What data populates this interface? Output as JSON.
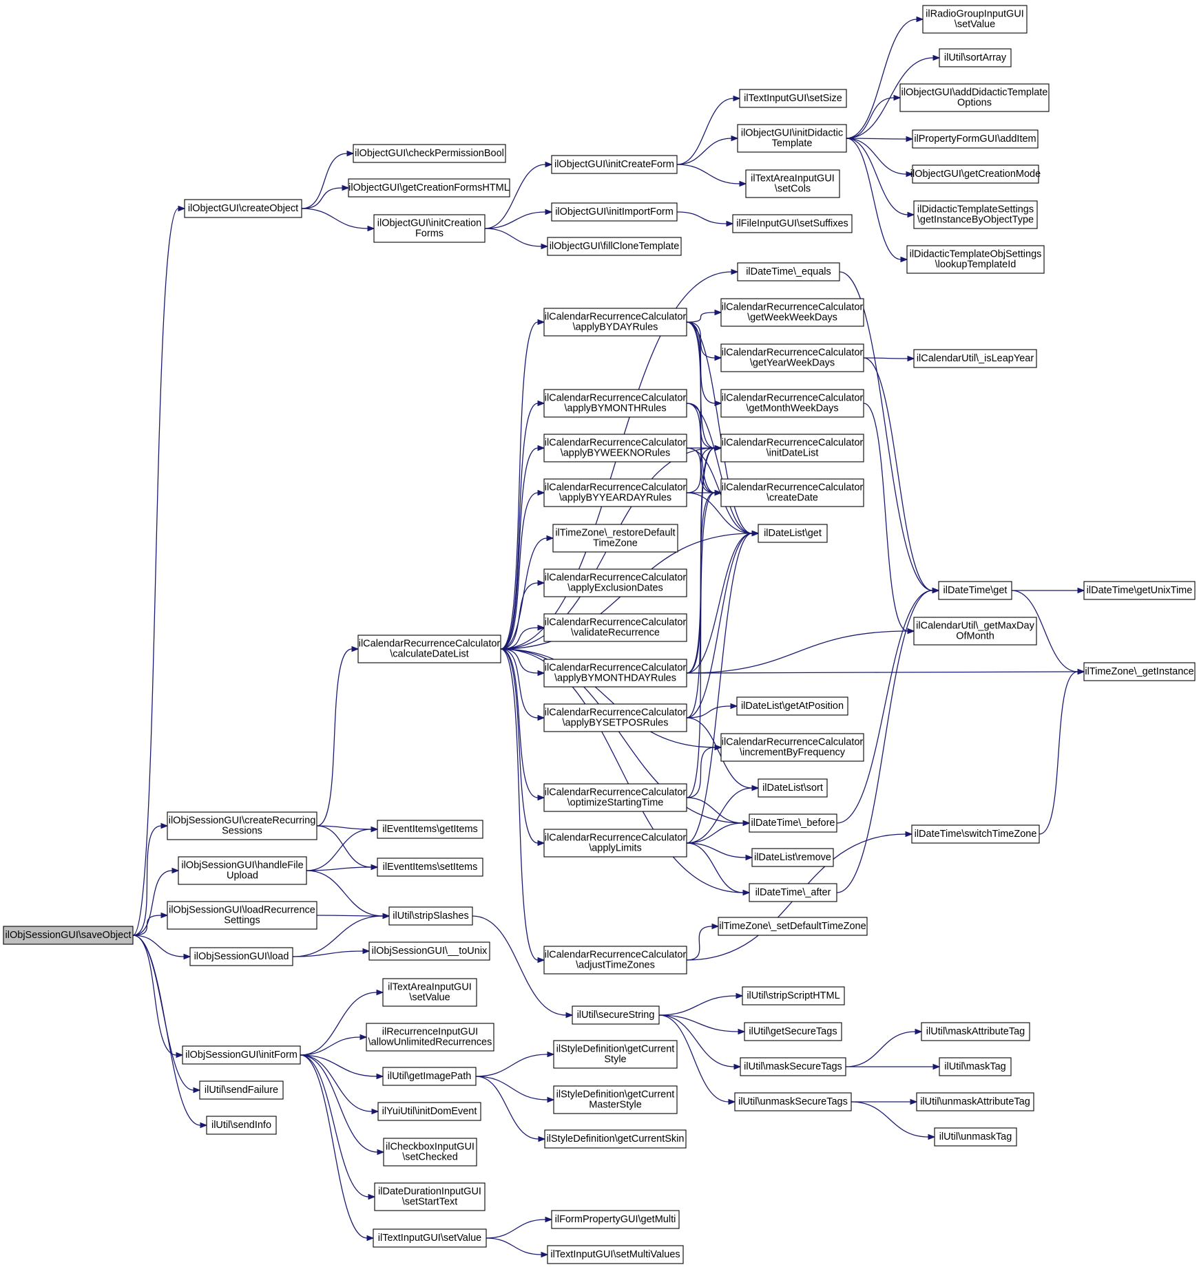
{
  "diagram": {
    "nodes": [
      {
        "id": "root",
        "lines": [
          "ilObjSessionGUI\\saveObject"
        ],
        "root": true
      },
      {
        "id": "createObject",
        "lines": [
          "ilObjectGUI\\createObject"
        ]
      },
      {
        "id": "createRecurring",
        "lines": [
          "ilObjSessionGUI\\createRecurring",
          "Sessions"
        ]
      },
      {
        "id": "handleFile",
        "lines": [
          "ilObjSessionGUI\\handleFile",
          "Upload"
        ]
      },
      {
        "id": "loadRecurrence",
        "lines": [
          "ilObjSessionGUI\\loadRecurrence",
          "Settings"
        ]
      },
      {
        "id": "load",
        "lines": [
          "ilObjSessionGUI\\load"
        ]
      },
      {
        "id": "initForm",
        "lines": [
          "ilObjSessionGUI\\initForm"
        ]
      },
      {
        "id": "sendFailure",
        "lines": [
          "ilUtil\\sendFailure"
        ]
      },
      {
        "id": "sendInfo",
        "lines": [
          "ilUtil\\sendInfo"
        ]
      },
      {
        "id": "checkPermissionBool",
        "lines": [
          "ilObjectGUI\\checkPermissionBool"
        ]
      },
      {
        "id": "getCreationFormsHTML",
        "lines": [
          "ilObjectGUI\\getCreationFormsHTML"
        ]
      },
      {
        "id": "initCreationForms",
        "lines": [
          "ilObjectGUI\\initCreation",
          "Forms"
        ]
      },
      {
        "id": "initCreateForm",
        "lines": [
          "ilObjectGUI\\initCreateForm"
        ]
      },
      {
        "id": "initImportForm",
        "lines": [
          "ilObjectGUI\\initImportForm"
        ]
      },
      {
        "id": "fillCloneTemplate",
        "lines": [
          "ilObjectGUI\\fillCloneTemplate"
        ]
      },
      {
        "id": "setSize",
        "lines": [
          "ilTextInputGUI\\setSize"
        ]
      },
      {
        "id": "initDidactic",
        "lines": [
          "ilObjectGUI\\initDidactic",
          "Template"
        ]
      },
      {
        "id": "setCols",
        "lines": [
          "ilTextAreaInputGUI",
          "\\setCols"
        ]
      },
      {
        "id": "setSuffixes",
        "lines": [
          "ilFileInputGUI\\setSuffixes"
        ]
      },
      {
        "id": "radioSetValue",
        "lines": [
          "ilRadioGroupInputGUI",
          "\\setValue"
        ]
      },
      {
        "id": "sortArray",
        "lines": [
          "ilUtil\\sortArray"
        ]
      },
      {
        "id": "addDidactic",
        "lines": [
          "ilObjectGUI\\addDidacticTemplate",
          "Options"
        ]
      },
      {
        "id": "addItem",
        "lines": [
          "ilPropertyFormGUI\\addItem"
        ]
      },
      {
        "id": "getCreationMode",
        "lines": [
          "ilObjectGUI\\getCreationMode"
        ]
      },
      {
        "id": "getInstanceByObjectType",
        "lines": [
          "ilDidacticTemplateSettings",
          "\\getInstanceByObjectType"
        ]
      },
      {
        "id": "lookupTemplateId",
        "lines": [
          "ilDidacticTemplateObjSettings",
          "\\lookupTemplateId"
        ]
      },
      {
        "id": "calculateDateList",
        "lines": [
          "ilCalendarRecurrenceCalculator",
          "\\calculateDateList"
        ]
      },
      {
        "id": "eventGetItems",
        "lines": [
          "ilEventItems\\getItems"
        ]
      },
      {
        "id": "eventSetItems",
        "lines": [
          "ilEventItems\\setItems"
        ]
      },
      {
        "id": "stripSlashes",
        "lines": [
          "ilUtil\\stripSlashes"
        ]
      },
      {
        "id": "toUnix",
        "lines": [
          "ilObjSessionGUI\\__toUnix"
        ]
      },
      {
        "id": "dtEquals",
        "lines": [
          "ilDateTime\\_equals"
        ]
      },
      {
        "id": "applyBYDAY",
        "lines": [
          "ilCalendarRecurrenceCalculator",
          "\\applyBYDAYRules"
        ]
      },
      {
        "id": "applyBYMONTH",
        "lines": [
          "ilCalendarRecurrenceCalculator",
          "\\applyBYMONTHRules"
        ]
      },
      {
        "id": "applyBYWEEKNO",
        "lines": [
          "ilCalendarRecurrenceCalculator",
          "\\applyBYWEEKNORules"
        ]
      },
      {
        "id": "applyBYYEARDAY",
        "lines": [
          "ilCalendarRecurrenceCalculator",
          "\\applyBYYEARDAYRules"
        ]
      },
      {
        "id": "restoreDefaultTZ",
        "lines": [
          "ilTimeZone\\_restoreDefault",
          "TimeZone"
        ]
      },
      {
        "id": "applyExclusion",
        "lines": [
          "ilCalendarRecurrenceCalculator",
          "\\applyExclusionDates"
        ]
      },
      {
        "id": "validateRecurrence",
        "lines": [
          "ilCalendarRecurrenceCalculator",
          "\\validateRecurrence"
        ]
      },
      {
        "id": "applyBYMONTHDAY",
        "lines": [
          "ilCalendarRecurrenceCalculator",
          "\\applyBYMONTHDAYRules"
        ]
      },
      {
        "id": "applyBYSETPOS",
        "lines": [
          "ilCalendarRecurrenceCalculator",
          "\\applyBYSETPOSRules"
        ]
      },
      {
        "id": "optimizeStarting",
        "lines": [
          "ilCalendarRecurrenceCalculator",
          "\\optimizeStartingTime"
        ]
      },
      {
        "id": "applyLimits",
        "lines": [
          "ilCalendarRecurrenceCalculator",
          "\\applyLimits"
        ]
      },
      {
        "id": "adjustTimeZones",
        "lines": [
          "ilCalendarRecurrenceCalculator",
          "\\adjustTimeZones"
        ]
      },
      {
        "id": "getWeekWeekDays",
        "lines": [
          "ilCalendarRecurrenceCalculator",
          "\\getWeekWeekDays"
        ]
      },
      {
        "id": "getYearWeekDays",
        "lines": [
          "ilCalendarRecurrenceCalculator",
          "\\getYearWeekDays"
        ]
      },
      {
        "id": "getMonthWeekDays",
        "lines": [
          "ilCalendarRecurrenceCalculator",
          "\\getMonthWeekDays"
        ]
      },
      {
        "id": "initDateList",
        "lines": [
          "ilCalendarRecurrenceCalculator",
          "\\initDateList"
        ]
      },
      {
        "id": "createDate",
        "lines": [
          "ilCalendarRecurrenceCalculator",
          "\\createDate"
        ]
      },
      {
        "id": "dateListGet",
        "lines": [
          "ilDateList\\get"
        ]
      },
      {
        "id": "isLeapYear",
        "lines": [
          "ilCalendarUtil\\_isLeapYear"
        ]
      },
      {
        "id": "dtGet",
        "lines": [
          "ilDateTime\\get"
        ]
      },
      {
        "id": "getUnixTime",
        "lines": [
          "ilDateTime\\getUnixTime"
        ]
      },
      {
        "id": "getMaxDay",
        "lines": [
          "ilCalendarUtil\\_getMaxDay",
          "OfMonth"
        ]
      },
      {
        "id": "tzGetInstance",
        "lines": [
          "ilTimeZone\\_getInstance"
        ]
      },
      {
        "id": "getAtPosition",
        "lines": [
          "ilDateList\\getAtPosition"
        ]
      },
      {
        "id": "incrementByFreq",
        "lines": [
          "ilCalendarRecurrenceCalculator",
          "\\incrementByFrequency"
        ]
      },
      {
        "id": "dateListSort",
        "lines": [
          "ilDateList\\sort"
        ]
      },
      {
        "id": "dtBefore",
        "lines": [
          "ilDateTime\\_before"
        ]
      },
      {
        "id": "switchTimeZone",
        "lines": [
          "ilDateTime\\switchTimeZone"
        ]
      },
      {
        "id": "dateListRemove",
        "lines": [
          "ilDateList\\remove"
        ]
      },
      {
        "id": "dtAfter",
        "lines": [
          "ilDateTime\\_after"
        ]
      },
      {
        "id": "setDefaultTZ",
        "lines": [
          "ilTimeZone\\_setDefaultTimeZone"
        ]
      },
      {
        "id": "secureString",
        "lines": [
          "ilUtil\\secureString"
        ]
      },
      {
        "id": "stripScriptHTML",
        "lines": [
          "ilUtil\\stripScriptHTML"
        ]
      },
      {
        "id": "getSecureTags",
        "lines": [
          "ilUtil\\getSecureTags"
        ]
      },
      {
        "id": "maskSecureTags",
        "lines": [
          "ilUtil\\maskSecureTags"
        ]
      },
      {
        "id": "unmaskSecureTags",
        "lines": [
          "ilUtil\\unmaskSecureTags"
        ]
      },
      {
        "id": "maskAttributeTag",
        "lines": [
          "ilUtil\\maskAttributeTag"
        ]
      },
      {
        "id": "maskTag",
        "lines": [
          "ilUtil\\maskTag"
        ]
      },
      {
        "id": "unmaskAttributeTag",
        "lines": [
          "ilUtil\\unmaskAttributeTag"
        ]
      },
      {
        "id": "unmaskTag",
        "lines": [
          "ilUtil\\unmaskTag"
        ]
      },
      {
        "id": "textAreaSetValue",
        "lines": [
          "ilTextAreaInputGUI",
          "\\setValue"
        ]
      },
      {
        "id": "allowUnlimited",
        "lines": [
          "ilRecurrenceInputGUI",
          "\\allowUnlimitedRecurrences"
        ]
      },
      {
        "id": "getImagePath",
        "lines": [
          "ilUtil\\getImagePath"
        ]
      },
      {
        "id": "initDomEvent",
        "lines": [
          "ilYuiUtil\\initDomEvent"
        ]
      },
      {
        "id": "checkboxSetChecked",
        "lines": [
          "ilCheckboxInputGUI",
          "\\setChecked"
        ]
      },
      {
        "id": "setStartText",
        "lines": [
          "ilDateDurationInputGUI",
          "\\setStartText"
        ]
      },
      {
        "id": "textInputSetValue",
        "lines": [
          "ilTextInputGUI\\setValue"
        ]
      },
      {
        "id": "getCurrentStyle",
        "lines": [
          "ilStyleDefinition\\getCurrent",
          "Style"
        ]
      },
      {
        "id": "getCurrentMasterStyle",
        "lines": [
          "ilStyleDefinition\\getCurrent",
          "MasterStyle"
        ]
      },
      {
        "id": "getCurrentSkin",
        "lines": [
          "ilStyleDefinition\\getCurrentSkin"
        ]
      },
      {
        "id": "getMulti",
        "lines": [
          "ilFormPropertyGUI\\getMulti"
        ]
      },
      {
        "id": "setMultiValues",
        "lines": [
          "ilTextInputGUI\\setMultiValues"
        ]
      }
    ],
    "edges": [
      [
        "root",
        "createObject"
      ],
      [
        "root",
        "createRecurring"
      ],
      [
        "root",
        "handleFile"
      ],
      [
        "root",
        "loadRecurrence"
      ],
      [
        "root",
        "load"
      ],
      [
        "root",
        "initForm"
      ],
      [
        "root",
        "sendFailure"
      ],
      [
        "root",
        "sendInfo"
      ],
      [
        "createObject",
        "checkPermissionBool"
      ],
      [
        "createObject",
        "getCreationFormsHTML"
      ],
      [
        "createObject",
        "initCreationForms"
      ],
      [
        "initCreationForms",
        "initCreateForm"
      ],
      [
        "initCreationForms",
        "initImportForm"
      ],
      [
        "initCreationForms",
        "fillCloneTemplate"
      ],
      [
        "initCreateForm",
        "setSize"
      ],
      [
        "initCreateForm",
        "initDidactic"
      ],
      [
        "initCreateForm",
        "setCols"
      ],
      [
        "initImportForm",
        "setSuffixes"
      ],
      [
        "initDidactic",
        "radioSetValue"
      ],
      [
        "initDidactic",
        "sortArray"
      ],
      [
        "initDidactic",
        "addDidactic"
      ],
      [
        "initDidactic",
        "addItem"
      ],
      [
        "initDidactic",
        "getCreationMode"
      ],
      [
        "initDidactic",
        "getInstanceByObjectType"
      ],
      [
        "initDidactic",
        "lookupTemplateId"
      ],
      [
        "createRecurring",
        "calculateDateList"
      ],
      [
        "createRecurring",
        "eventGetItems"
      ],
      [
        "createRecurring",
        "eventSetItems"
      ],
      [
        "handleFile",
        "eventGetItems"
      ],
      [
        "handleFile",
        "eventSetItems"
      ],
      [
        "handleFile",
        "stripSlashes"
      ],
      [
        "loadRecurrence",
        "stripSlashes"
      ],
      [
        "load",
        "stripSlashes"
      ],
      [
        "load",
        "toUnix"
      ],
      [
        "calculateDateList",
        "dtEquals"
      ],
      [
        "calculateDateList",
        "applyBYDAY"
      ],
      [
        "calculateDateList",
        "applyBYMONTH"
      ],
      [
        "calculateDateList",
        "applyBYWEEKNO"
      ],
      [
        "calculateDateList",
        "applyBYYEARDAY"
      ],
      [
        "calculateDateList",
        "restoreDefaultTZ"
      ],
      [
        "calculateDateList",
        "applyExclusion"
      ],
      [
        "calculateDateList",
        "validateRecurrence"
      ],
      [
        "calculateDateList",
        "applyBYMONTHDAY"
      ],
      [
        "calculateDateList",
        "applyBYSETPOS"
      ],
      [
        "calculateDateList",
        "optimizeStarting"
      ],
      [
        "calculateDateList",
        "applyLimits"
      ],
      [
        "calculateDateList",
        "adjustTimeZones"
      ],
      [
        "calculateDateList",
        "initDateList"
      ],
      [
        "calculateDateList",
        "incrementByFreq"
      ],
      [
        "calculateDateList",
        "dtBefore"
      ],
      [
        "calculateDateList",
        "dtAfter"
      ],
      [
        "calculateDateList",
        "dateListGet"
      ],
      [
        "applyBYDAY",
        "getWeekWeekDays"
      ],
      [
        "applyBYDAY",
        "getYearWeekDays"
      ],
      [
        "applyBYDAY",
        "getMonthWeekDays"
      ],
      [
        "applyBYDAY",
        "initDateList"
      ],
      [
        "applyBYDAY",
        "createDate"
      ],
      [
        "applyBYDAY",
        "dateListGet"
      ],
      [
        "applyBYMONTH",
        "initDateList"
      ],
      [
        "applyBYMONTH",
        "createDate"
      ],
      [
        "applyBYMONTH",
        "dateListGet"
      ],
      [
        "applyBYWEEKNO",
        "initDateList"
      ],
      [
        "applyBYWEEKNO",
        "createDate"
      ],
      [
        "applyBYWEEKNO",
        "dateListGet"
      ],
      [
        "applyBYYEARDAY",
        "initDateList"
      ],
      [
        "applyBYYEARDAY",
        "createDate"
      ],
      [
        "applyBYYEARDAY",
        "dateListGet"
      ],
      [
        "applyBYMONTHDAY",
        "initDateList"
      ],
      [
        "applyBYMONTHDAY",
        "createDate"
      ],
      [
        "applyBYMONTHDAY",
        "dateListGet"
      ],
      [
        "applyBYMONTHDAY",
        "getMaxDay"
      ],
      [
        "applyBYMONTHDAY",
        "tzGetInstance"
      ],
      [
        "applyBYSETPOS",
        "initDateList"
      ],
      [
        "applyBYSETPOS",
        "dateListGet"
      ],
      [
        "applyBYSETPOS",
        "getAtPosition"
      ],
      [
        "applyBYSETPOS",
        "dateListSort"
      ],
      [
        "optimizeStarting",
        "createDate"
      ],
      [
        "optimizeStarting",
        "incrementByFreq"
      ],
      [
        "optimizeStarting",
        "dtBefore"
      ],
      [
        "applyLimits",
        "dateListSort"
      ],
      [
        "applyLimits",
        "dtBefore"
      ],
      [
        "applyLimits",
        "dateListRemove"
      ],
      [
        "applyLimits",
        "dtAfter"
      ],
      [
        "applyLimits",
        "dateListGet"
      ],
      [
        "adjustTimeZones",
        "setDefaultTZ"
      ],
      [
        "adjustTimeZones",
        "switchTimeZone"
      ],
      [
        "getYearWeekDays",
        "isLeapYear"
      ],
      [
        "getYearWeekDays",
        "dtGet"
      ],
      [
        "getMonthWeekDays",
        "getMaxDay"
      ],
      [
        "dtEquals",
        "dtGet"
      ],
      [
        "dtBefore",
        "dtGet"
      ],
      [
        "dtAfter",
        "dtGet"
      ],
      [
        "dtGet",
        "getUnixTime"
      ],
      [
        "dtGet",
        "tzGetInstance"
      ],
      [
        "switchTimeZone",
        "tzGetInstance"
      ],
      [
        "stripSlashes",
        "secureString"
      ],
      [
        "secureString",
        "stripScriptHTML"
      ],
      [
        "secureString",
        "getSecureTags"
      ],
      [
        "secureString",
        "maskSecureTags"
      ],
      [
        "secureString",
        "unmaskSecureTags"
      ],
      [
        "maskSecureTags",
        "maskAttributeTag"
      ],
      [
        "maskSecureTags",
        "maskTag"
      ],
      [
        "unmaskSecureTags",
        "unmaskAttributeTag"
      ],
      [
        "unmaskSecureTags",
        "unmaskTag"
      ],
      [
        "initForm",
        "textAreaSetValue"
      ],
      [
        "initForm",
        "allowUnlimited"
      ],
      [
        "initForm",
        "getImagePath"
      ],
      [
        "initForm",
        "initDomEvent"
      ],
      [
        "initForm",
        "checkboxSetChecked"
      ],
      [
        "initForm",
        "setStartText"
      ],
      [
        "initForm",
        "textInputSetValue"
      ],
      [
        "getImagePath",
        "getCurrentStyle"
      ],
      [
        "getImagePath",
        "getCurrentMasterStyle"
      ],
      [
        "getImagePath",
        "getCurrentSkin"
      ],
      [
        "textInputSetValue",
        "getMulti"
      ],
      [
        "textInputSetValue",
        "setMultiValues"
      ]
    ]
  }
}
